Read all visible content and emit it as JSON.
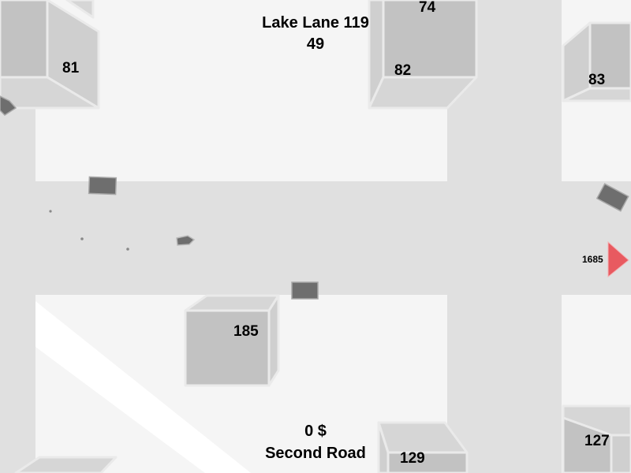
{
  "hud": {
    "street_name": "Lake Lane 119",
    "counter": "49",
    "money": "0 $",
    "next_street": "Second Road"
  },
  "buildings": {
    "b74": "74",
    "b81": "81",
    "b82": "82",
    "b83": "83",
    "b185": "185",
    "b129": "129",
    "b127": "127"
  },
  "target": {
    "distance": "1685"
  },
  "colors": {
    "road": "#e0e0e0",
    "block": "#f5f5f5",
    "building_top": "#c2c2c2",
    "building_side": "#cfcfcf",
    "building_edge": "#eaeaea",
    "car": "#6e6e6e",
    "target_marker": "#e85a60"
  }
}
